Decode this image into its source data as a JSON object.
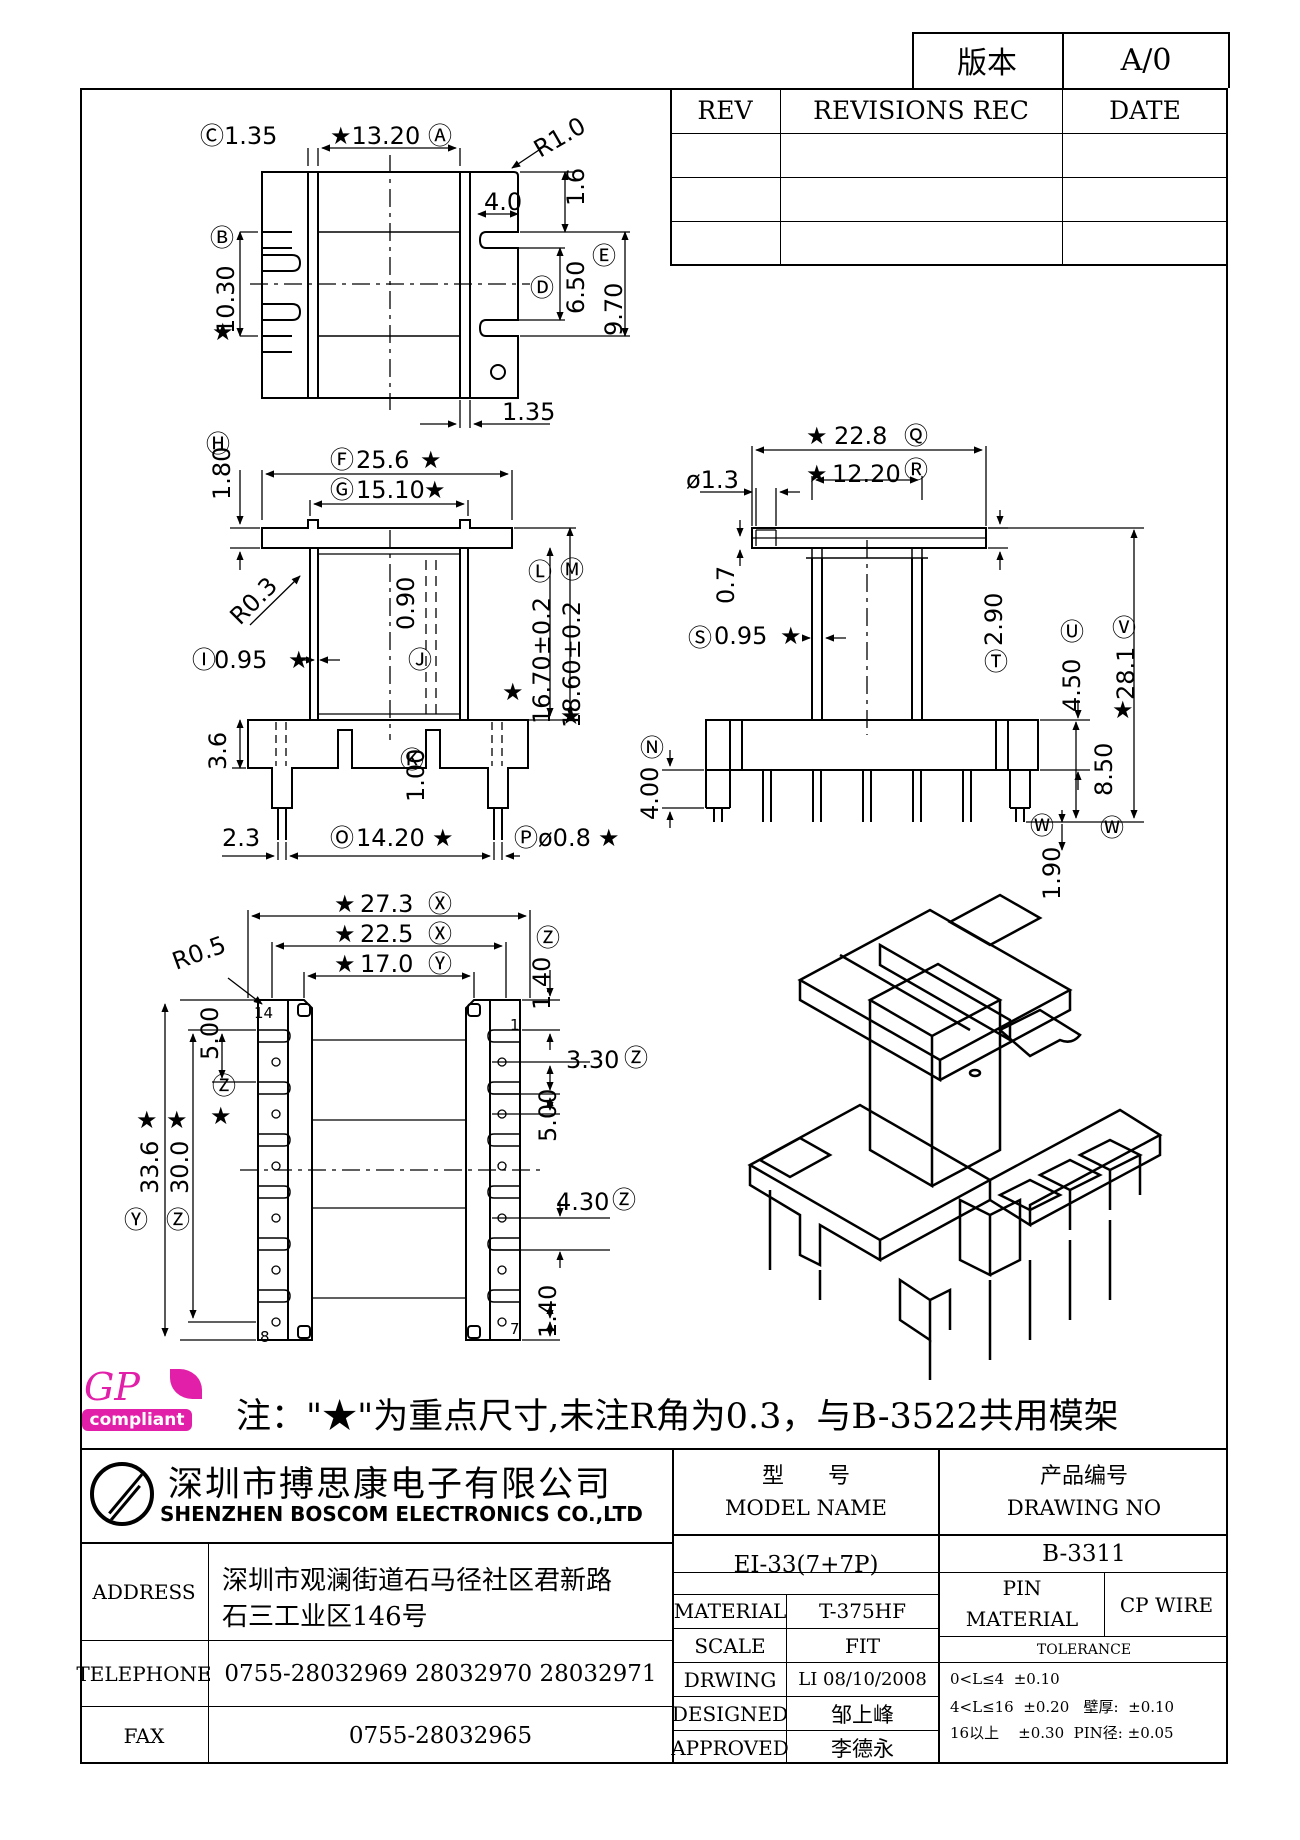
{
  "version": {
    "label": "版本",
    "value": "A/0"
  },
  "revisions": {
    "rev": "REV",
    "rec": "REVISIONS REC",
    "date": "DATE"
  },
  "dims": {
    "top": {
      "c": "1.35",
      "a": "★13.20",
      "r10": "R1.0",
      "d16": "1.6",
      "d40": "4.0",
      "b": "10.30",
      "d": "6.50",
      "e": "9.70",
      "bot": "1.35"
    },
    "front": {
      "h": "1.80",
      "f": "25.6",
      "g": "15.10",
      "r03": "R0.3",
      "i": "0.95",
      "j": "0.90",
      "l": "16.70±0.2",
      "m": "18.60±0.2",
      "d36": "3.6",
      "k": "1.00",
      "d23": "2.3",
      "o": "14.20",
      "p": "ø0.8"
    },
    "side": {
      "q": "22.8",
      "r": "12.20",
      "phi": "ø1.3",
      "d07": "0.7",
      "s": "0.95",
      "t": "2.90",
      "u": "4.50",
      "v": "28.1",
      "n": "4.00",
      "d85": "8.50",
      "w1": "1.90"
    },
    "bottom": {
      "x": "27.3",
      "x1": "22.5",
      "y": "17.0",
      "r05": "R0.5",
      "z2": "1.40",
      "d500a": "5.00",
      "z3": "3.30",
      "d500b": "5.00",
      "z4": "4.30",
      "y1": "33.6",
      "z": "30.0",
      "d140": "1.40",
      "p14": "14",
      "p1": "1",
      "p8": "8",
      "p7": "7"
    }
  },
  "gp": {
    "letters": "GP",
    "badge": "compliant"
  },
  "note": "注：\"★\"为重点尺寸,未注R角为0.3，与B-3522共用模架",
  "company": {
    "cn": "深圳市搏思康电子有限公司",
    "en": "SHENZHEN BOSCOM ELECTRONICS CO.,LTD"
  },
  "model": {
    "label_cn": "型　　号",
    "label_en": "MODEL NAME",
    "value": "EI-33(7+7P)"
  },
  "drawing": {
    "label_cn": "产品编号",
    "label_en": "DRAWING NO",
    "value": "B-3311"
  },
  "address": {
    "label": "ADDRESS",
    "line1": "深圳市观澜街道石马径社区君新路",
    "line2": "石三工业区146号"
  },
  "telephone": {
    "label": "TELEPHONE",
    "value": "0755-28032969 28032970 28032971"
  },
  "fax": {
    "label": "FAX",
    "value": "0755-28032965"
  },
  "material": {
    "label": "MATERIAL",
    "value": "T-375HF"
  },
  "scale": {
    "label": "SCALE",
    "value": "FIT"
  },
  "drwing": {
    "label": "DRWING",
    "value": "LI 08/10/2008"
  },
  "designed": {
    "label": "DESIGNED",
    "value": "邹上峰"
  },
  "approved": {
    "label": "APPROVED",
    "value": "李德永"
  },
  "pin": {
    "label1": "PIN",
    "label2": "MATERIAL",
    "value": "CP WIRE"
  },
  "tolerance": {
    "title": "TOLERANCE",
    "row1": "0<L≤4  ±0.10",
    "row2": "4<L≤16  ±0.20   壁厚:  ±0.10",
    "row3": "16以上    ±0.30  PIN径: ±0.05"
  }
}
